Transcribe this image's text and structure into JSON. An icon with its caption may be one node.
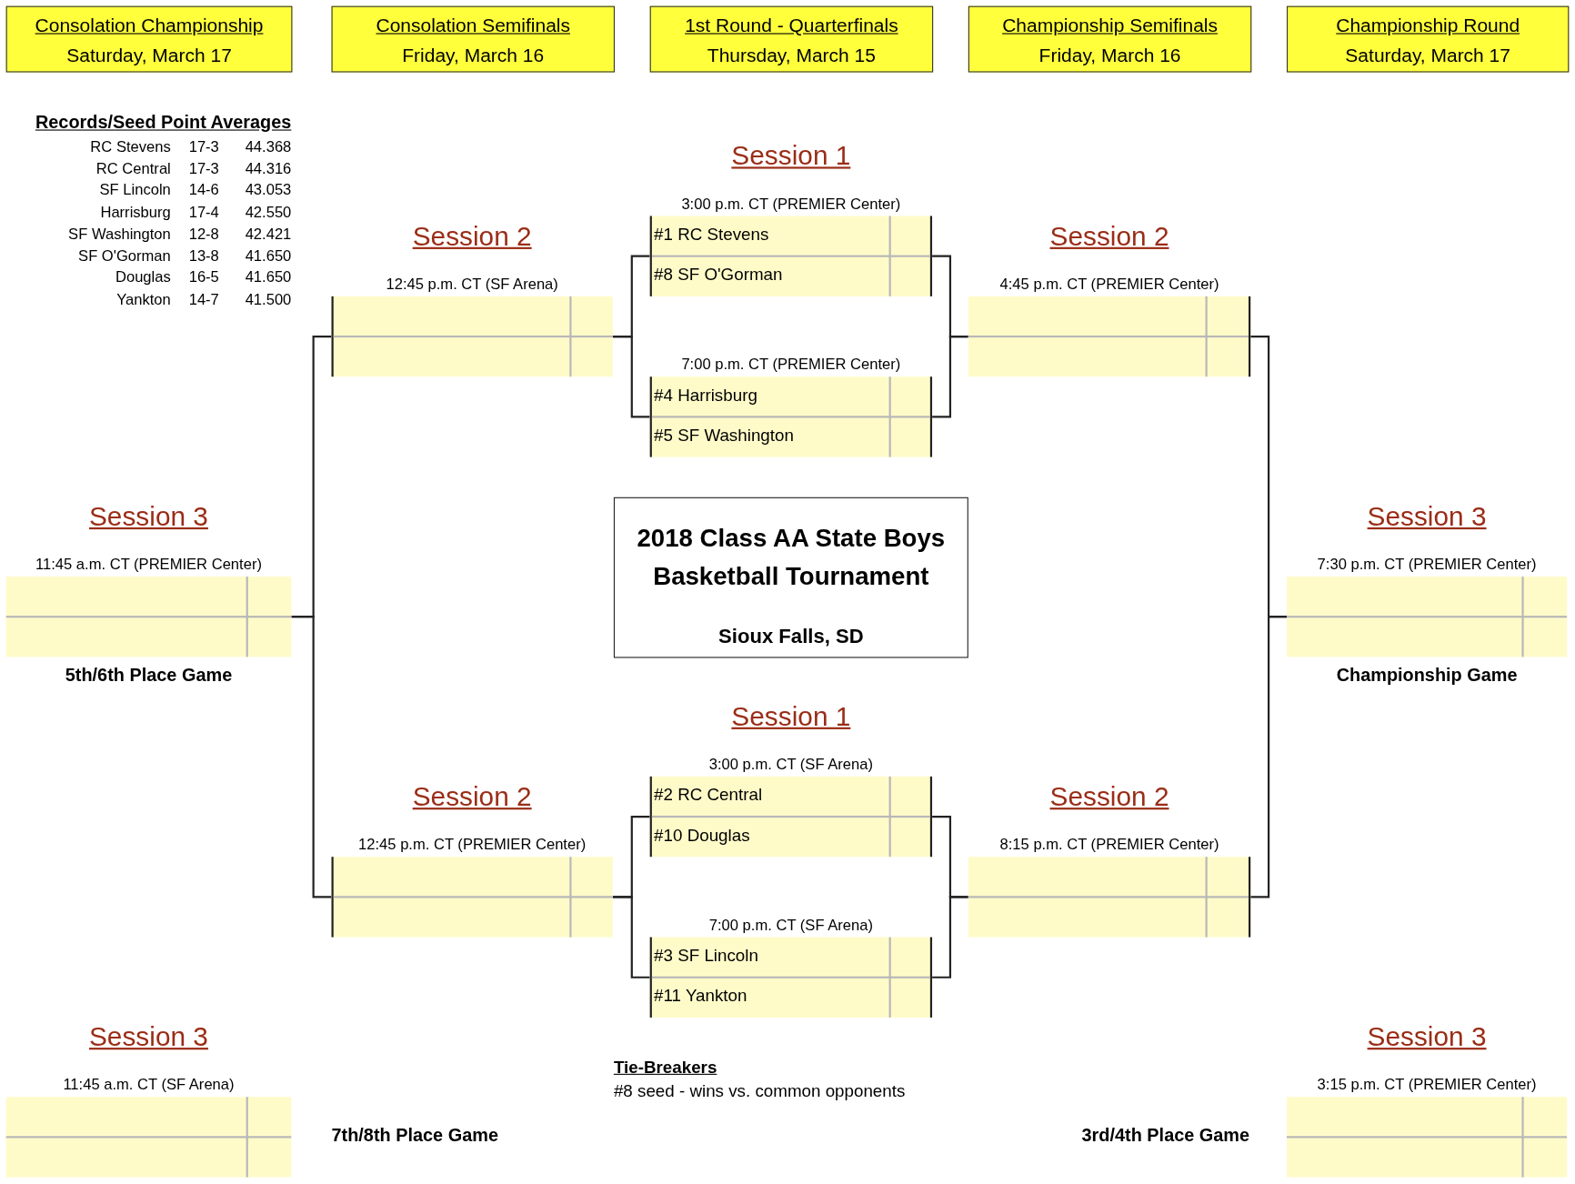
{
  "diagram": {
    "nodes": [
      {
        "text": [
          "Consolation Championship",
          "Saturday, March 17"
        ]
      },
      {
        "text": [
          "Consolation Semifinals",
          "Friday, March 16"
        ]
      },
      {
        "text": [
          "1st Round - Quarterfinals",
          "Thursday, March 15"
        ]
      },
      {
        "text": [
          "Championship Semifinals",
          "Friday, March 16"
        ]
      },
      {
        "text": [
          "Championship Round",
          "Saturday, March 17"
        ]
      },
      {
        "text": [
          "2018 Class AA State Boys Basketball Tournament",
          "Sioux Falls, SD"
        ]
      },
      {
        "text": [
          "#1 RC Stevens",
          "#8 SF O'Gorman"
        ],
        "beside": [
          "Session 1",
          "3:00 p.m. CT (PREMIER Center)"
        ]
      },
      {
        "text": [],
        "shape": "box",
        "beside": [
          "Session 2",
          "12:45 p.m. CT (SF Arena)"
        ]
      },
      {
        "text": [],
        "shape": "box",
        "beside": [
          "Session 2",
          "4:45 p.m. CT (PREMIER Center)"
        ]
      },
      {
        "text": [
          "#4 Harrisburg",
          "#5 SF Washington"
        ],
        "beside": [
          "7:00 p.m. CT (PREMIER Center)"
        ]
      },
      {
        "text": [],
        "shape": "box",
        "beside": [
          "Session 3",
          "11:45 a.m. CT (PREMIER Center)",
          "5th/6th Place Game"
        ]
      },
      {
        "text": [],
        "shape": "box",
        "beside": [
          "Session 3",
          "7:30 p.m. CT (PREMIER Center)",
          "Championship Game"
        ]
      },
      {
        "text": [
          "#2 RC Central",
          "#10 Douglas"
        ],
        "beside": [
          "Session 1",
          "3:00 p.m. CT (SF Arena)"
        ]
      },
      {
        "text": [],
        "shape": "box",
        "beside": [
          "Session 2",
          "12:45 p.m. CT (PREMIER Center)"
        ]
      },
      {
        "text": [],
        "shape": "box",
        "beside": [
          "Session 2",
          "8:15 p.m. CT (PREMIER Center)"
        ]
      },
      {
        "text": [
          "#3 SF Lincoln",
          "#11 Yankton"
        ],
        "beside": [
          "7:00 p.m. CT (SF Arena)"
        ]
      },
      {
        "text": [],
        "shape": "box",
        "beside": [
          "Session 3",
          "11:45 a.m. CT (SF Arena)",
          "7th/8th Place Game"
        ]
      },
      {
        "text": [],
        "shape": "box",
        "beside": [
          "Session 3",
          "3:15 p.m. CT (PREMIER Center)",
          "3rd/4th Place Game"
        ]
      }
    ],
    "edges": [
      {
        "from": 6,
        "to": 7,
        "arrow": "none"
      },
      {
        "from": 6,
        "to": 8,
        "arrow": "none"
      },
      {
        "from": 9,
        "to": 7,
        "arrow": "none"
      },
      {
        "from": 9,
        "to": 8,
        "arrow": "none"
      },
      {
        "from": 7,
        "to": 10,
        "arrow": "none"
      },
      {
        "from": 8,
        "to": 11,
        "arrow": "none"
      },
      {
        "from": 12,
        "to": 13,
        "arrow": "none"
      },
      {
        "from": 12,
        "to": 14,
        "arrow": "none"
      },
      {
        "from": 15,
        "to": 13,
        "arrow": "none"
      },
      {
        "from": 15,
        "to": 14,
        "arrow": "none"
      },
      {
        "from": 13,
        "to": 10,
        "arrow": "none"
      },
      {
        "from": 14,
        "to": 11,
        "arrow": "none"
      }
    ],
    "labels": [
      "Records/Seed Point Averages",
      "RC Stevens",
      "17-3",
      "44.368",
      "RC Central",
      "17-3",
      "44.316",
      "SF Lincoln",
      "14-6",
      "43.053",
      "Harrisburg",
      "17-4",
      "42.550",
      "SF Washington",
      "12-8",
      "42.421",
      "SF O'Gorman",
      "13-8",
      "41.650",
      "Douglas",
      "16-5",
      "41.650",
      "Yankton",
      "14-7",
      "41.500",
      "Tie-Breakers",
      "#8 seed - wins vs. common opponents"
    ]
  }
}
